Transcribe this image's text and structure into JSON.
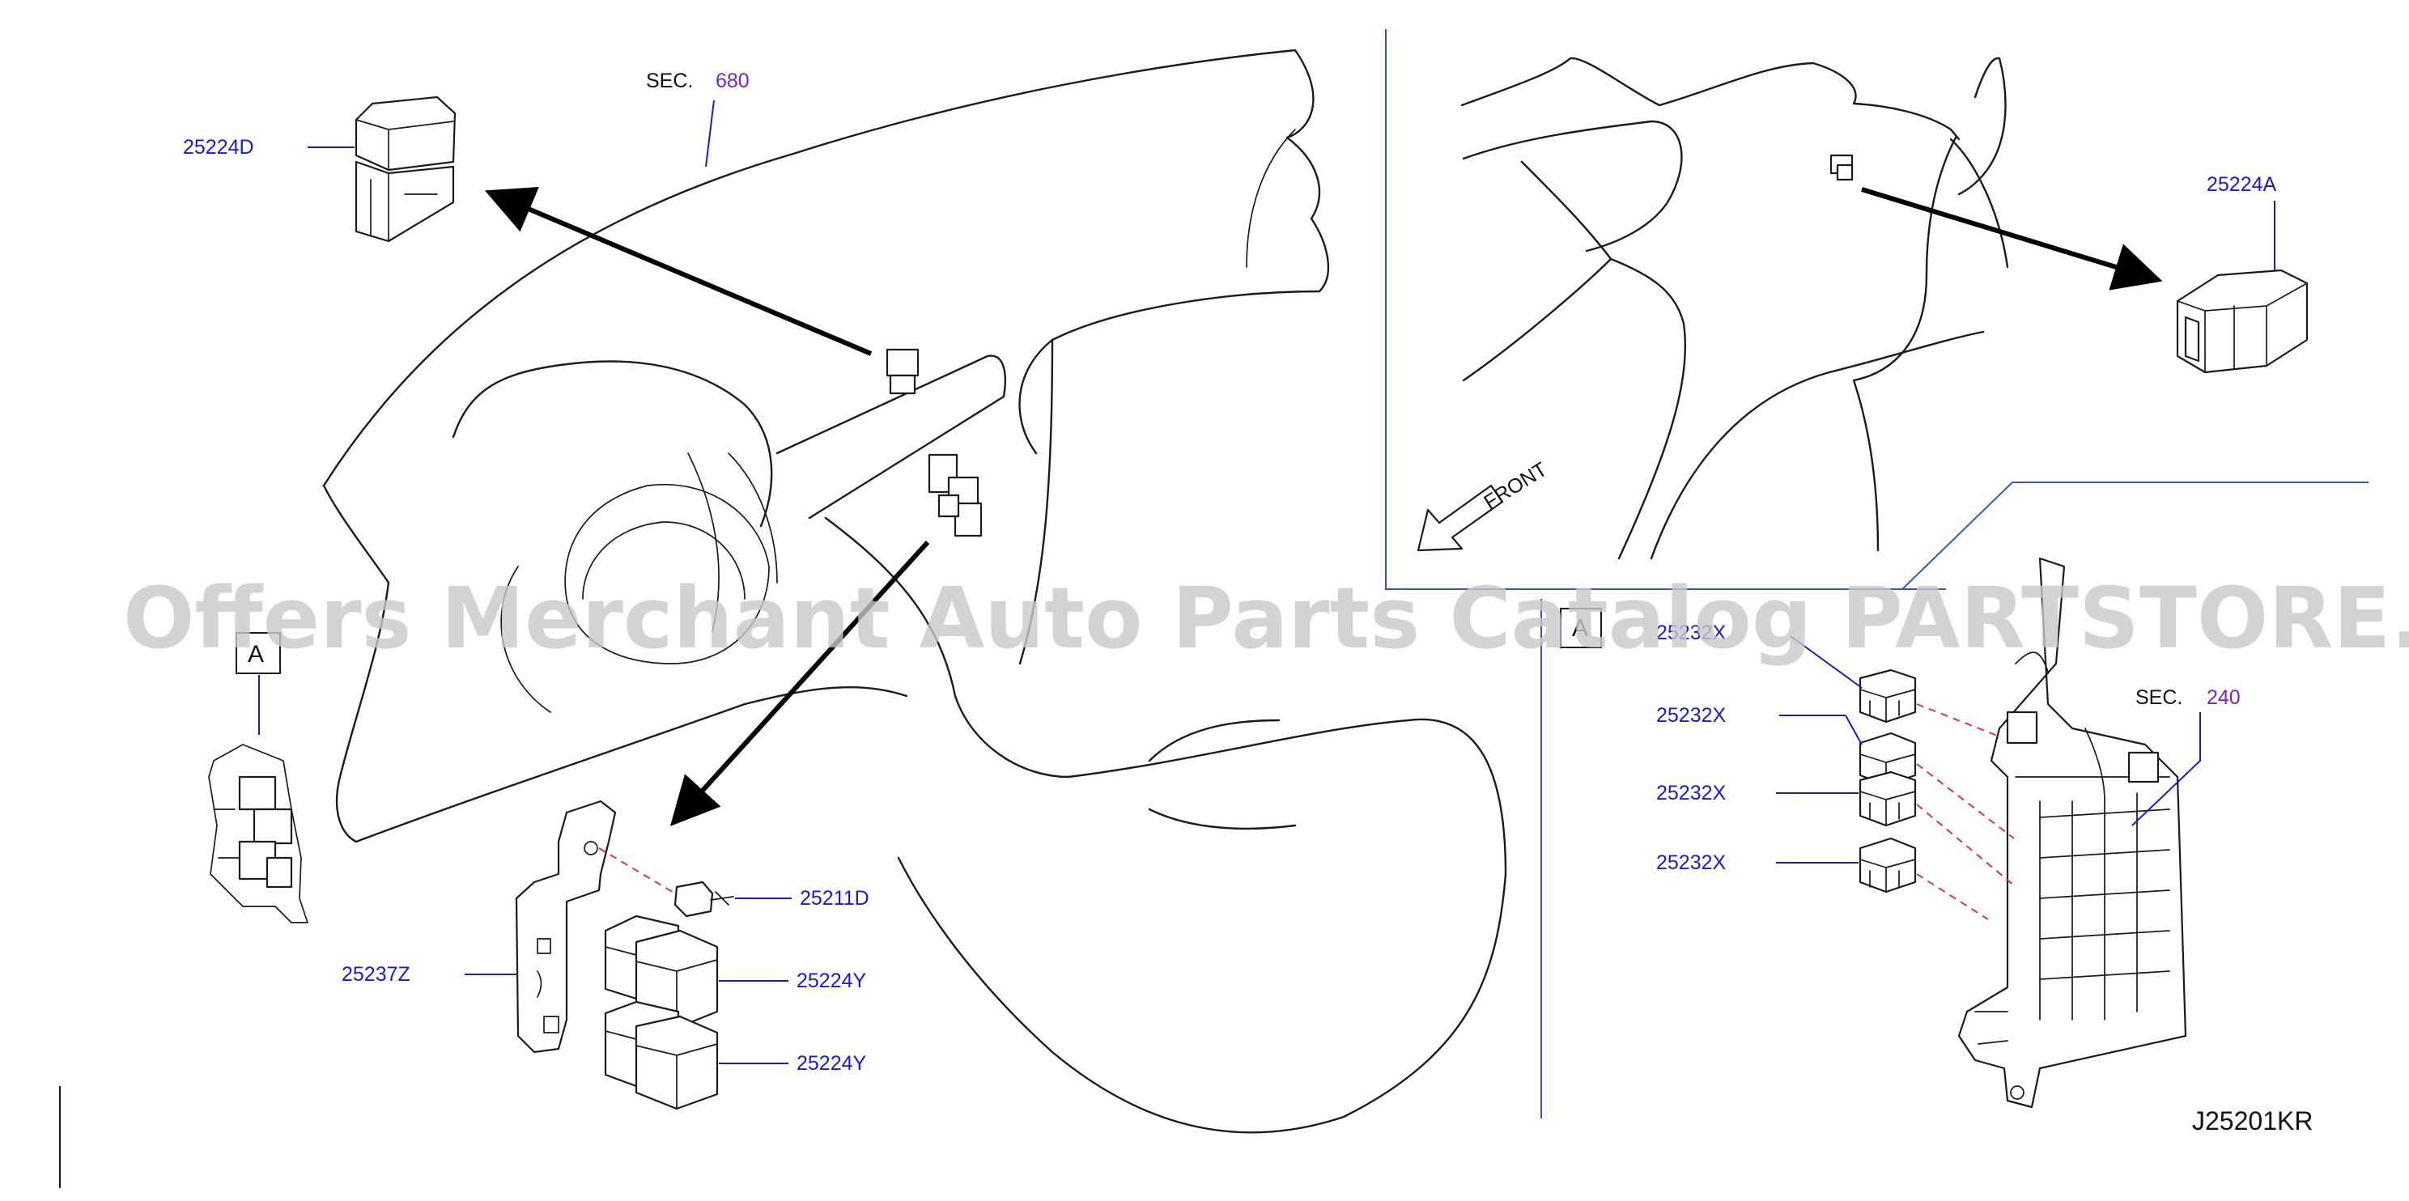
{
  "sections": {
    "sec_680": {
      "prefix": "SEC.",
      "number": "680"
    },
    "sec_240": {
      "prefix": "SEC.",
      "number": "240"
    }
  },
  "parts": {
    "relay_25224D": "25224D",
    "relay_25224A": "25224A",
    "screw_25211D": "25211D",
    "bracket_25237Z": "25237Z",
    "relay_25224Y_upper": "25224Y",
    "relay_25224Y_lower": "25224Y",
    "relay_25232X_1": "25232X",
    "relay_25232X_2": "25232X",
    "relay_25232X_3": "25232X",
    "relay_25232X_4": "25232X"
  },
  "view_marker": {
    "left_tag": "A",
    "right_tag": "A"
  },
  "direction": {
    "front_label": "FRONT"
  },
  "watermark": "Offers Merchant Auto Parts Catalog PARTSTORE.SA",
  "diagram_code": "J25201KR",
  "colors": {
    "part_label": "#1a1ad6",
    "section_number": "#7a22c8",
    "leader_dash": "#e0343a",
    "frame": "#3a55b8"
  }
}
